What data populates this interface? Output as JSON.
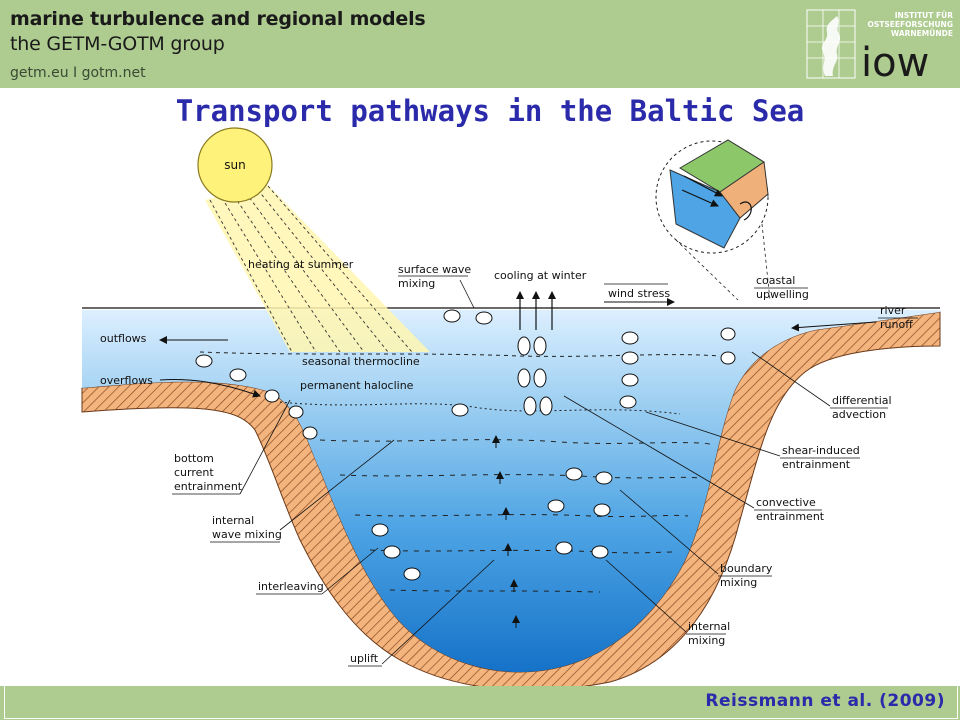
{
  "header": {
    "line1": "marine turbulence and regional models",
    "line2": "the GETM-GOTM group",
    "line3": "getm.eu  I  gotm.net"
  },
  "logo": {
    "line1": "INSTITUT FÜR",
    "line2": "OSTSEEFORSCHUNG",
    "line3": "WARNEMÜNDE",
    "wordmark": "iow"
  },
  "title": "Transport pathways in the Baltic Sea",
  "labels": {
    "sun": "sun",
    "heating": "heating at summer",
    "surface_wave_1": "surface wave",
    "surface_wave_2": "mixing",
    "cooling": "cooling at winter",
    "wind_stress": "wind stress",
    "coastal_1": "coastal",
    "coastal_2": "upwelling",
    "river_1": "river",
    "river_2": "runoff",
    "outflows": "outflows",
    "overflows": "overflows",
    "thermocline": "seasonal thermocline",
    "halocline": "permanent halocline",
    "bottom_1": "bottom",
    "bottom_2": "current",
    "bottom_3": "entrainment",
    "internal_wave_1": "internal",
    "internal_wave_2": "wave mixing",
    "interleaving": "interleaving",
    "uplift": "uplift",
    "differential_1": "differential",
    "differential_2": "advection",
    "shear_1": "shear-induced",
    "shear_2": "entrainment",
    "convective_1": "convective",
    "convective_2": "entrainment",
    "boundary_1": "boundary",
    "boundary_2": "mixing",
    "internal_mixing_1": "internal",
    "internal_mixing_2": "mixing"
  },
  "footer": {
    "citation": "Reissmann et al. (2009)"
  },
  "colors": {
    "header_bg": "#aecb90",
    "title": "#2a2aaa",
    "water_top": "#d6ecf8",
    "water_bottom": "#1a7fd0",
    "sediment": "#f0b07a",
    "sun": "#fff27a"
  }
}
